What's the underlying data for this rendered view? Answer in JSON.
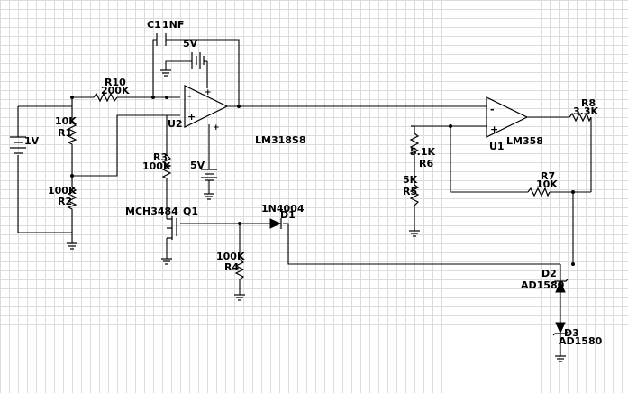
{
  "components": {
    "c1": {
      "ref": "C1",
      "value": "1NF"
    },
    "v_top": {
      "value": "5V"
    },
    "v_bottom": {
      "value": "5V"
    },
    "r10": {
      "ref": "R10",
      "value": "200K"
    },
    "r1": {
      "ref": "R1",
      "value": "10K"
    },
    "r2": {
      "ref": "R2",
      "value": "100K"
    },
    "r3": {
      "ref": "R3",
      "value": "100K"
    },
    "r4": {
      "ref": "R4",
      "value": "100K"
    },
    "r5": {
      "ref": "R5",
      "value": "5K"
    },
    "r6": {
      "ref": "R6",
      "value": "5.1K"
    },
    "r7": {
      "ref": "R7",
      "value": "10K"
    },
    "r8": {
      "ref": "R8",
      "value": "3.3K"
    },
    "battery": {
      "value": "1V"
    },
    "u2": {
      "ref": "U2",
      "part": "LM318S8"
    },
    "u1": {
      "ref": "U1",
      "part": "LM358"
    },
    "q1": {
      "ref": "Q1",
      "part": "MCH3484"
    },
    "d1": {
      "ref": "D1",
      "part": "1N4004"
    },
    "d2": {
      "ref": "D2",
      "part": "AD1580"
    },
    "d3": {
      "ref": "D3",
      "part": "AD1580"
    }
  },
  "signs": {
    "minus": "-",
    "plus": "+"
  }
}
